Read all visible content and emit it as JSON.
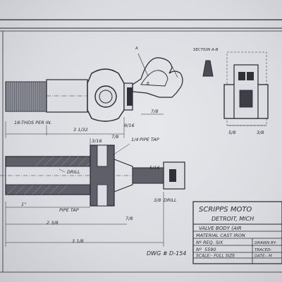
{
  "view": {
    "section_label": "SECTION A-B",
    "thread_label": "18-THDS PER IN.",
    "pipe_tap_upper": "PIPE TAP",
    "pipe_tap_lower": "PIPE TAP",
    "drill_left": "DRILL",
    "drill_right": "DRILL",
    "leader_a": "A",
    "leader_b": "B",
    "dims": {
      "overall_top": "3 1/32",
      "mid_top": "9/16",
      "right_top": "7/8",
      "overall_bottom": "3 1/8",
      "bottom_mid": "2 3/8",
      "bottom_one": "1\"",
      "fraction_quarter": "1/4",
      "fraction_3_16": "3/16",
      "fraction_5_8": "5/8",
      "fraction_7_8": "7/8",
      "fraction_5_16": "5/16",
      "fraction_3_8": "3/8"
    }
  },
  "title_block": {
    "company": "SCRIPPS MOTO",
    "location": "DETROIT, MICH",
    "part_name": "VALVE BODY (AIR",
    "material": "MATERIAL CAST IRON",
    "no_req": "Nº REQ. SIX",
    "part_no_label": "Nº",
    "part_no": "5590",
    "scale": "SCALE:- FULL SIZE",
    "drawn_by": "DRAWN BY-",
    "traced": "TRACED-",
    "date": "DATE:- M"
  },
  "drawing_number": "DWG # D-154"
}
